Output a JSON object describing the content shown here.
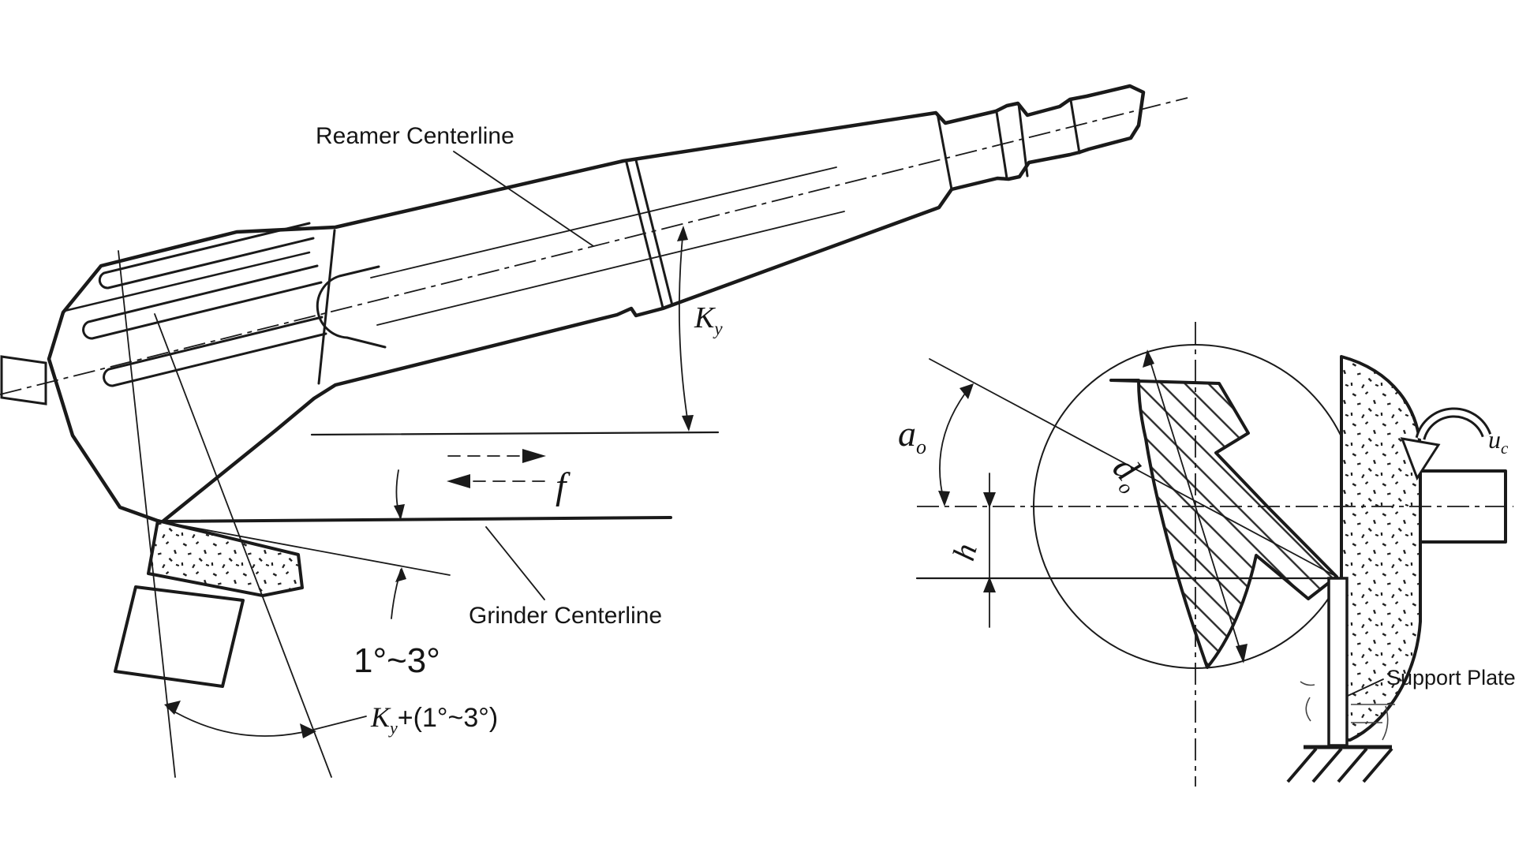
{
  "figure": {
    "background": "#ffffff",
    "line_color": "#1a1a1a",
    "left_diagram": {
      "reamer_centerline_label": "Reamer Centerline",
      "grinder_centerline_label": "Grinder Centerline",
      "feed_label": "f",
      "approach_angle": {
        "base": "K",
        "sub": "y"
      },
      "tilt_angle_label": "1°~3°",
      "combined_angle": {
        "base": "K",
        "sub": "y",
        "rest": "+(1°~3°)"
      }
    },
    "right_diagram": {
      "clearance_angle": {
        "base": "a",
        "sub": "o"
      },
      "diameter": {
        "base": "d",
        "sub": "o"
      },
      "offset_label": "h",
      "wheel_speed": {
        "base": "u",
        "sub": "c"
      },
      "support_plate_label": "Support Plate"
    }
  }
}
